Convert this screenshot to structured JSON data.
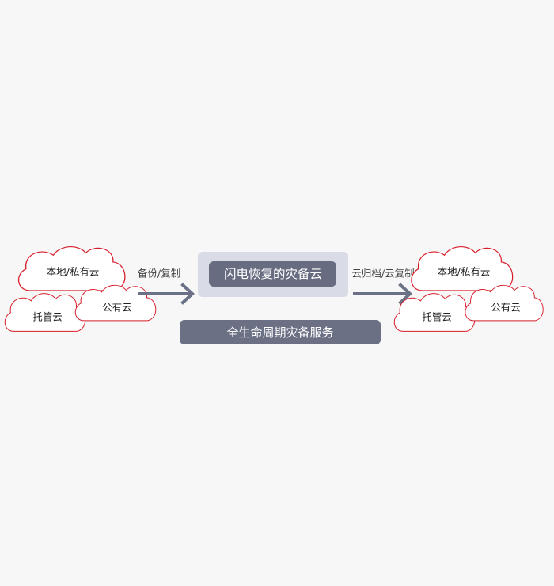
{
  "left_group": {
    "local_private_cloud": "本地/私有云",
    "hosted_cloud": "托管云",
    "public_cloud": "公有云"
  },
  "right_group": {
    "local_private_cloud": "本地/私有云",
    "hosted_cloud": "托管云",
    "public_cloud": "公有云"
  },
  "left_edge_label": "备份/复制",
  "right_edge_label": "云归档/云复制",
  "core_title": "闪电恢复的灾备云",
  "service_bar_label": "全生命周期灾备服务",
  "colors": {
    "background": "#f7f7f8",
    "cloud_stroke": "#d81e2b",
    "arrow": "#6b7186",
    "core_outer": "#d9dce6",
    "core_inner": "#676c80",
    "service_bar": "#6b7084"
  }
}
